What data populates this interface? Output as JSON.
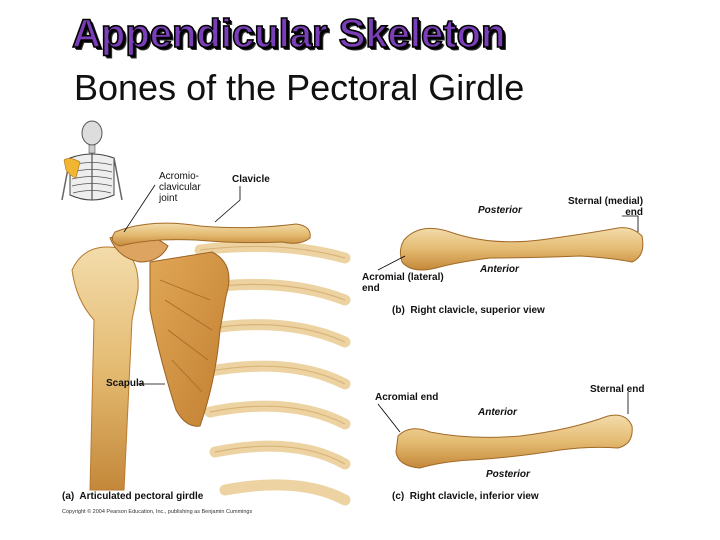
{
  "header": {
    "title": "Appendicular Skeleton",
    "subtitle": "Bones of the Pectoral Girdle"
  },
  "labels": {
    "acromioclavicular": "Acromio-\nclavicular\njoint",
    "clavicle": "Clavicle",
    "scapula": "Scapula",
    "posterior_b": "Posterior",
    "sternal_medial": "Sternal (medial)\nend",
    "anterior_b": "Anterior",
    "acromial_lateral": "Acromial (lateral)\nend",
    "acromial_end": "Acromial end",
    "sternal_end": "Sternal end",
    "anterior_c": "Anterior",
    "posterior_c": "Posterior"
  },
  "captions": {
    "a": "(a)  Articulated pectoral girdle",
    "b": "(b)  Right clavicle, superior view",
    "c": "(c)  Right clavicle, inferior view"
  },
  "copyright": "Copyright © 2004 Pearson Education, Inc., publishing as Benjamin Cummings",
  "colors": {
    "bone": "#e9c98a",
    "bone_dark": "#c48a3c",
    "title": "#7a3fb8"
  }
}
